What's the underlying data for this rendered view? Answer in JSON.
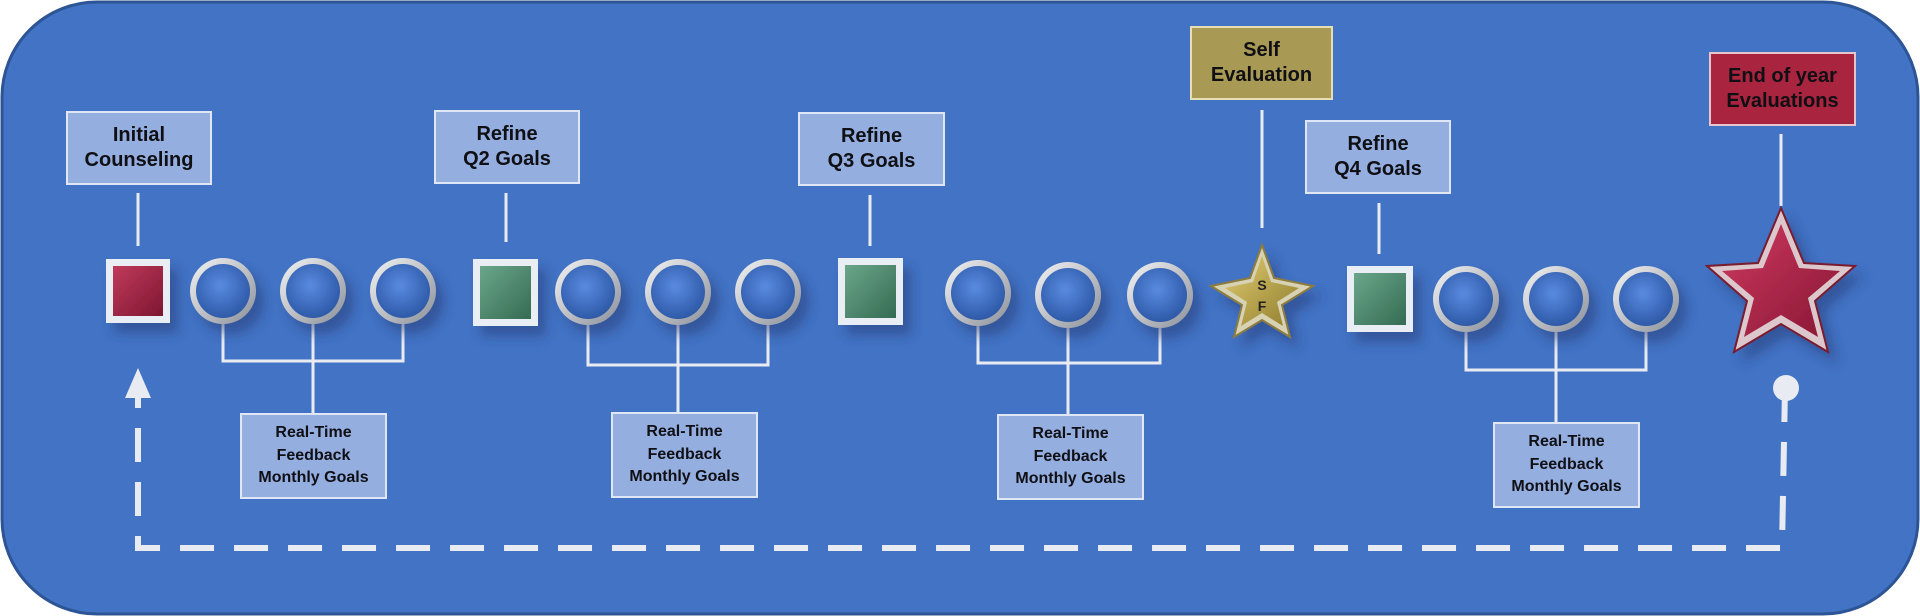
{
  "milestones": {
    "initial_counseling": [
      "Initial",
      "Counseling"
    ],
    "refine_q2": [
      "Refine",
      "Q2 Goals"
    ],
    "refine_q3": [
      "Refine",
      "Q3 Goals"
    ],
    "self_evaluation": [
      "Self",
      "Evaluation"
    ],
    "refine_q4": [
      "Refine",
      "Q4 Goals"
    ],
    "end_of_year": [
      "End of year",
      "Evaluations"
    ]
  },
  "feedback_box": [
    "Real-Time",
    "Feedback",
    "Monthly Goals"
  ],
  "star_letters": [
    "S",
    "F"
  ],
  "colors": {
    "panel": "#4373c5",
    "initial_square": "#a8264a",
    "refine_square": "#4d8a6e",
    "circle": "#4070c8",
    "self_star": "#c2ac4e",
    "end_star": "#b02448",
    "connector": "#e8ebf2"
  },
  "icons": {
    "start": "red-square-icon",
    "quarter": "green-square-icon",
    "month": "blue-circle-icon",
    "self_eval": "gold-star-icon",
    "end": "red-star-icon"
  }
}
